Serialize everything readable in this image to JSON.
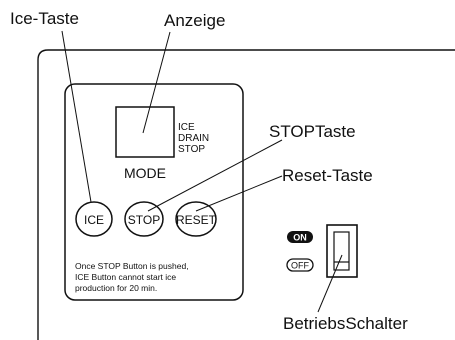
{
  "callouts": {
    "ice_key": "Ice-Taste",
    "display": "Anzeige",
    "stop_key": "STOPTaste",
    "reset_key": "Reset-Taste",
    "main_switch": "BetriebsSchalter"
  },
  "panel": {
    "display_indicators": [
      "ICE",
      "DRAIN",
      "STOP"
    ],
    "mode_label": "MODE",
    "buttons": {
      "ice": "ICE",
      "stop": "STOP",
      "reset": "RESET"
    },
    "note_lines": [
      "Once STOP Button is pushed,",
      "ICE Button cannot start ice",
      "production for 20 min."
    ]
  },
  "switch": {
    "on_label": "ON",
    "off_label": "OFF"
  }
}
